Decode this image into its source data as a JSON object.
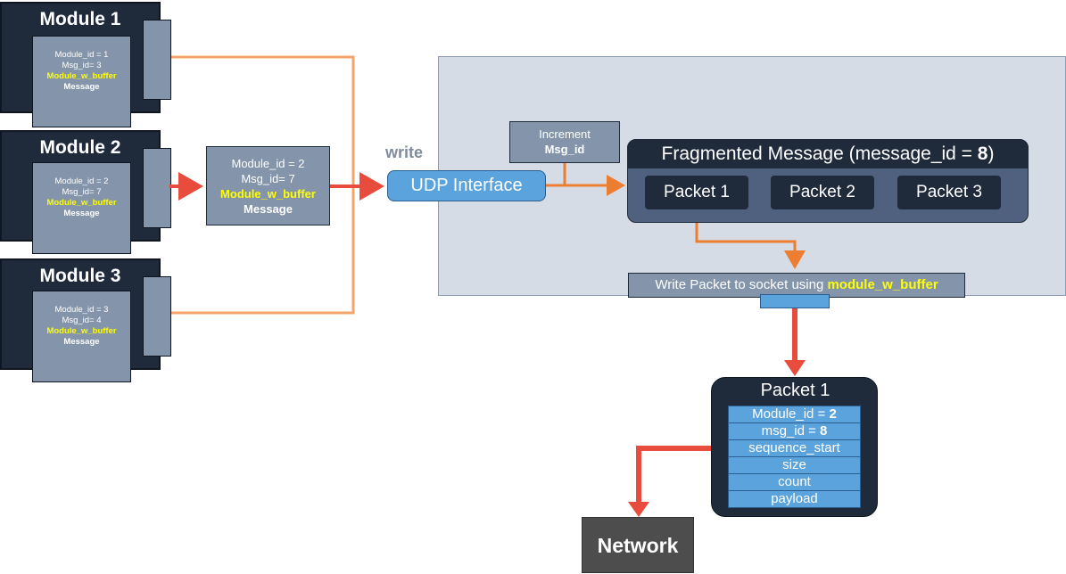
{
  "modules": [
    {
      "title": "Module 1",
      "module_id": "Module_id = 1",
      "msg_id": "Msg_id= 3",
      "buffer": "Module_w_buffer",
      "message": "Message"
    },
    {
      "title": "Module 2",
      "module_id": "Module_id = 2",
      "msg_id": "Msg_id= 7",
      "buffer": "Module_w_buffer",
      "message": "Message"
    },
    {
      "title": "Module 3",
      "module_id": "Module_id = 3",
      "msg_id": "Msg_id= 4",
      "buffer": "Module_w_buffer",
      "message": "Message"
    }
  ],
  "selected_message": {
    "module_id": "Module_id = 2",
    "msg_id": "Msg_id= 7",
    "buffer": "Module_w_buffer",
    "message": "Message"
  },
  "write_label": "write",
  "udp_interface": "UDP Interface",
  "increment": {
    "line1": "Increment",
    "line2": "Msg_id"
  },
  "fragmented": {
    "title_prefix": "Fragmented Message (message_id = ",
    "title_id": "8",
    "title_suffix": ")",
    "packets": [
      "Packet 1",
      "Packet 2",
      "Packet 3"
    ]
  },
  "write_socket": {
    "prefix": "Write Packet to socket using ",
    "highlight": "module_w_buffer"
  },
  "packet_detail": {
    "title": "Packet 1",
    "fields": [
      {
        "label": "Module_id = ",
        "value": "2"
      },
      {
        "label": "msg_id = ",
        "value": "8"
      },
      {
        "label": "sequence_start",
        "value": ""
      },
      {
        "label": "size",
        "value": ""
      },
      {
        "label": "count",
        "value": ""
      },
      {
        "label": "payload",
        "value": ""
      }
    ]
  },
  "network": "Network",
  "colors": {
    "dark_navy": "#1f2a3a",
    "slate": "#8394ab",
    "orange_line": "#f4a46a",
    "orange_arrow": "#ed7d31",
    "red_arrow": "#e74c3c",
    "udp_blue": "#5ba3dc",
    "panel_bg": "#d6dce5",
    "highlight_yellow": "#ffff00"
  }
}
